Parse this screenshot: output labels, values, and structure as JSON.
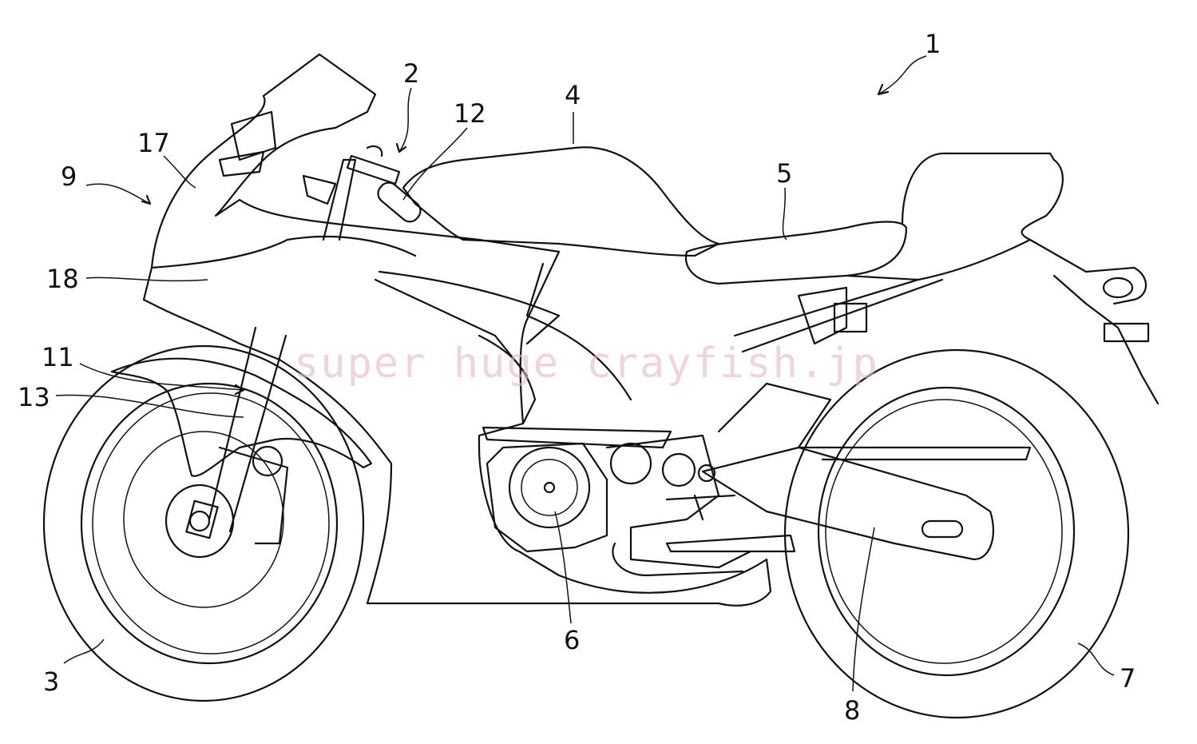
{
  "figure": {
    "reference_numerals": [
      "1",
      "2",
      "3",
      "4",
      "5",
      "6",
      "7",
      "8",
      "9",
      "11",
      "12",
      "13",
      "17",
      "18"
    ],
    "labels": {
      "motorcycle": "1",
      "handle": "2",
      "front_wheel": "3",
      "fuel_tank": "4",
      "seat": "5",
      "engine": "6",
      "rear_wheel": "7",
      "swing_arm": "8",
      "cowl": "9",
      "front_fork": "11",
      "grip": "12",
      "fork_tube": "13",
      "upper_cowl": "17",
      "side_cowl": "18"
    }
  },
  "watermark": "super huge crayfish.jp"
}
